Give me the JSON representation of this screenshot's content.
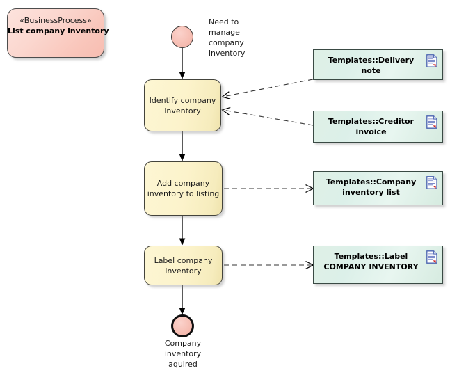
{
  "diagram": {
    "title": "List company inventory",
    "type": "BusinessProcess activity diagram",
    "colors": {
      "process_fill": "#fbd7cf",
      "activity_fill": "#fcf3cb",
      "template_fill": "#dcf0e9",
      "node_fill": "#f6bdb2",
      "border": "#44443c",
      "icon_blue": "#4a63b0",
      "icon_red": "#cc2222"
    }
  },
  "process_box": {
    "stereotype": "«BusinessProcess»",
    "name": "List company inventory"
  },
  "start_event": {
    "label": "Need to manage company inventory",
    "icon": "start-node-icon"
  },
  "end_event": {
    "label": "Company inventory aquired",
    "icon": "end-node-icon"
  },
  "activities": [
    {
      "id": "identify",
      "label": "Identify company inventory"
    },
    {
      "id": "add",
      "label": "Add company inventory to listing"
    },
    {
      "id": "label",
      "label": "Label company inventory"
    }
  ],
  "templates": [
    {
      "id": "delivery-note",
      "label": "Templates::Delivery note",
      "icon": "document-icon"
    },
    {
      "id": "creditor-invoice",
      "label": "Templates::Creditor invoice",
      "icon": "document-icon"
    },
    {
      "id": "company-inventory-list",
      "label": "Templates::Company inventory list",
      "icon": "document-icon"
    },
    {
      "id": "label-company-inventory",
      "label": "Templates::Label COMPANY INVENTORY",
      "icon": "document-icon"
    }
  ]
}
